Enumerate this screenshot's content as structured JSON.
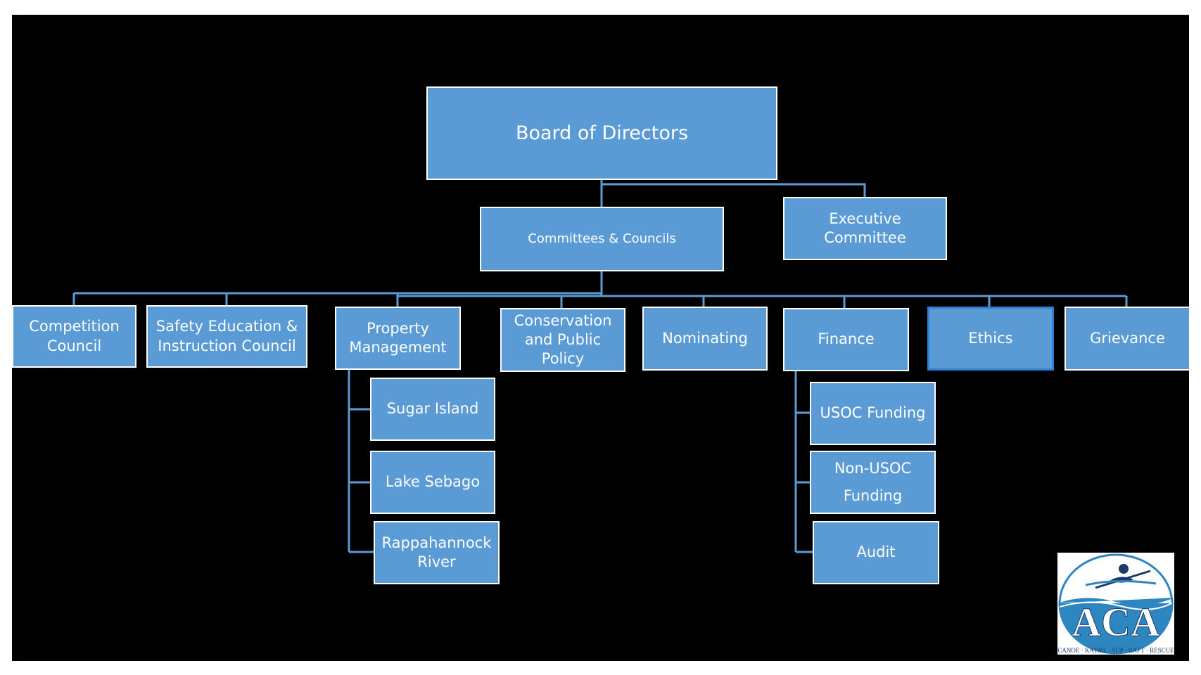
{
  "org_chart": {
    "root": "Board of Directors",
    "committees": "Committees & Councils",
    "executive": "Executive Committee",
    "branches": [
      "Competition Council",
      "Safety Education & Instruction Council",
      "Property Management",
      "Conservation and Public Policy",
      "Nominating",
      "Finance",
      "Ethics",
      "Grievance"
    ],
    "property_children": [
      "Sugar Island",
      "Lake Sebago",
      "Rappahannock River"
    ],
    "finance_children": [
      "USOC Funding",
      "Non-USOC Funding",
      "Audit"
    ]
  },
  "logo": {
    "letters": "ACA",
    "tagline": "CANOE · KAYAK · SUP · RAFT · RESCUE"
  },
  "colors": {
    "background": "#000000",
    "box_fill": "#5b9bd5",
    "box_border": "#ffffff",
    "connector": "#5b9bd5"
  }
}
